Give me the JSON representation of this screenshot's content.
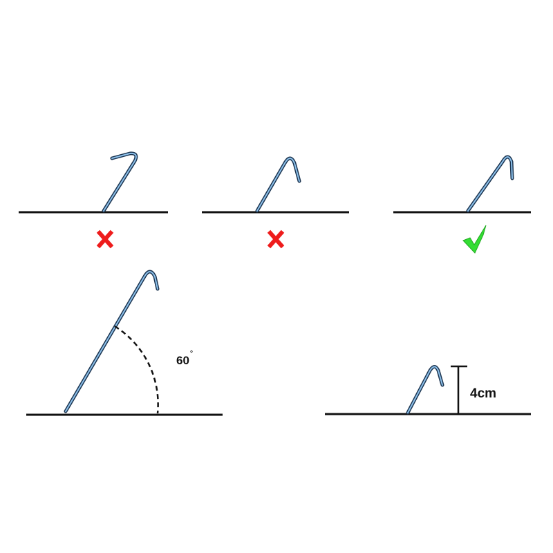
{
  "panels": [
    {
      "name": "too-steep-bent-hook",
      "verdict": "wrong"
    },
    {
      "name": "angled-hook",
      "verdict": "wrong"
    },
    {
      "name": "correct-angle",
      "verdict": "correct"
    }
  ],
  "angle_label": "60",
  "degree_symbol": "°",
  "height_label": "4cm",
  "colors": {
    "wrong": "#ee1c1c",
    "correct": "#33dd33",
    "stake": "#8cc0ea"
  }
}
